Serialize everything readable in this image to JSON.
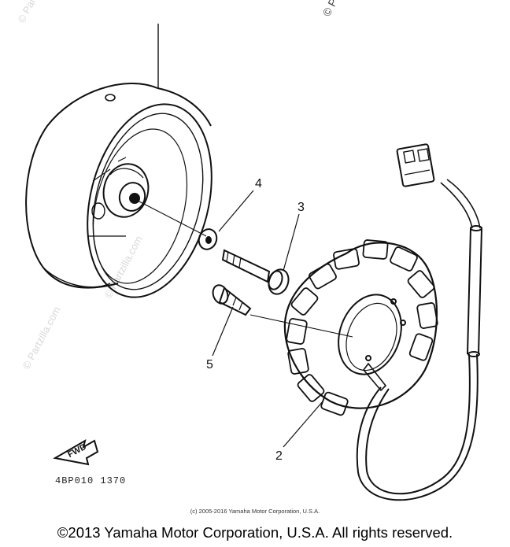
{
  "diagram": {
    "callouts": {
      "part_1": "",
      "part_2": "2",
      "part_3": "3",
      "part_4": "4",
      "part_5": "5"
    },
    "direction_label": "FWD",
    "part_code": "4BP010 1370",
    "watermark_text": "© Partzilla.com"
  },
  "footer": {
    "small_copyright": "(c) 2005-2016 Yamaha Motor Corporation, U.S.A.",
    "main_copyright": "©2013 Yamaha Motor Corporation, U.S.A. All rights reserved."
  }
}
